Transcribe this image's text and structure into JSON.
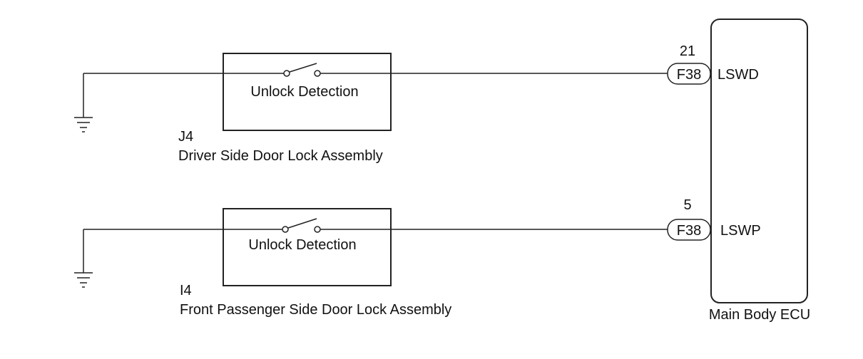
{
  "circuits": [
    {
      "switch_label": "Unlock Detection",
      "connector_code": "J4",
      "component_name": "Driver Side Door Lock Assembly",
      "ecu_connector": "F38",
      "pin_number": "21",
      "terminal_name": "LSWD"
    },
    {
      "switch_label": "Unlock Detection",
      "connector_code": "I4",
      "component_name": "Front Passenger Side Door Lock Assembly",
      "ecu_connector": "F38",
      "pin_number": "5",
      "terminal_name": "LSWP"
    }
  ],
  "ecu": {
    "name": "Main Body ECU"
  }
}
